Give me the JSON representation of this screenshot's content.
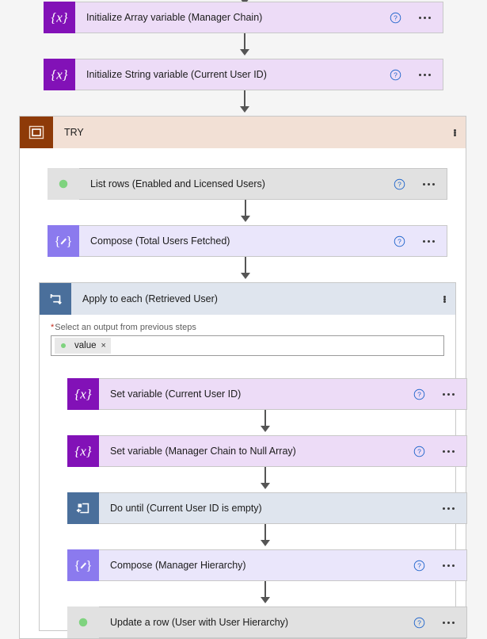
{
  "app": {
    "name": "power-automate-flow-designer",
    "background_color": "#f5f5f5"
  },
  "colors": {
    "variable_card_bg": "#eddcf7",
    "variable_icon_bg": "#8211b7",
    "compose_card_bg": "#eae6fb",
    "compose_icon_bg": "#8b7aee",
    "connector_card_bg": "#e1e1e1",
    "control_card_bg": "#dfe5ee",
    "control_icon_bg": "#4a6f9b",
    "scope_header_bg": "#f2e0d5",
    "scope_icon_bg": "#8e3a08",
    "dataverse_green_dark": "#1e7145",
    "dataverse_green_mid": "#2f9e52",
    "dataverse_green_light": "#7ed47e",
    "help_icon_blue": "#2266cc",
    "required_asterisk": "#c42b1c",
    "connector_line": "#555555"
  },
  "icons": {
    "variable": "curly-braces-x-icon",
    "compose": "curly-braces-pencil-icon",
    "dataverse": "dataverse-icon",
    "scope": "scope-rectangle-icon",
    "foreach": "loop-repeat-icon",
    "dountil": "do-until-icon",
    "help": "help-circle-icon",
    "more": "more-ellipsis-icon",
    "remove_token": "close-icon"
  },
  "flow": {
    "top_actions": [
      {
        "id": "init-array-manager-chain",
        "title": "Initialize Array variable (Manager Chain)",
        "type": "variable",
        "has_help": true,
        "has_more": true
      },
      {
        "id": "init-string-current-user-id",
        "title": "Initialize String variable (Current User ID)",
        "type": "variable",
        "has_help": true,
        "has_more": true
      }
    ],
    "scope": {
      "id": "try-scope",
      "title": "TRY",
      "has_more": true,
      "actions_before_loop": [
        {
          "id": "list-rows-enabled-licensed",
          "title": "List rows (Enabled and Licensed Users)",
          "type": "connector",
          "has_help": true,
          "has_more": true
        },
        {
          "id": "compose-total-users-fetched",
          "title": "Compose (Total Users Fetched)",
          "type": "compose",
          "has_help": true,
          "has_more": true
        }
      ],
      "loop": {
        "id": "apply-to-each-retrieved-user",
        "title": "Apply to each (Retrieved User)",
        "has_more": true,
        "field": {
          "label": "Select an output from previous steps",
          "required": true,
          "token": "value",
          "token_remove": "×"
        },
        "actions": [
          {
            "id": "set-variable-current-user-id",
            "title": "Set variable (Current User ID)",
            "type": "variable",
            "has_help": true,
            "has_more": true
          },
          {
            "id": "set-variable-manager-chain-null",
            "title": "Set variable (Manager Chain to Null Array)",
            "type": "variable",
            "has_help": true,
            "has_more": true
          },
          {
            "id": "do-until-current-user-id-empty",
            "title": "Do until (Current User ID is empty)",
            "type": "control",
            "has_help": false,
            "has_more": true
          },
          {
            "id": "compose-manager-hierarchy",
            "title": "Compose (Manager Hierarchy)",
            "type": "compose",
            "has_help": true,
            "has_more": true
          },
          {
            "id": "update-a-row-user-hierarchy",
            "title": "Update a row (User with User Hierarchy)",
            "type": "connector",
            "has_help": true,
            "has_more": true
          }
        ]
      }
    }
  }
}
